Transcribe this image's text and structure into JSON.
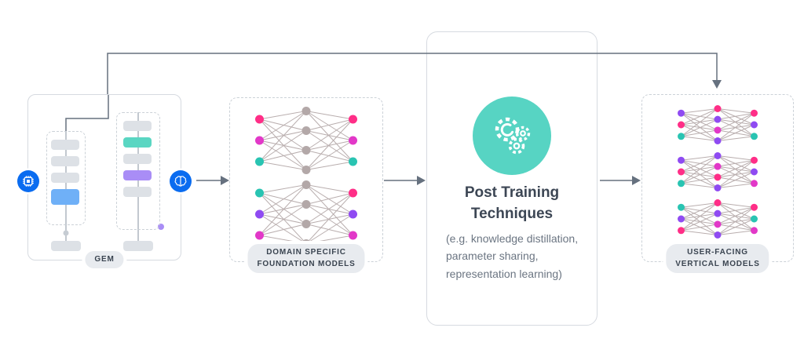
{
  "colors": {
    "line": "#66717f",
    "border-solid": "#d6dae0",
    "border-dashed": "#cbd1d7",
    "pill-bg": "#e8ebef",
    "pill-text": "#3a4450",
    "title-text": "#3c4654",
    "desc-text": "#6b7582",
    "accent-teal": "#57d4c3",
    "accent-blue": "#0a6cf0",
    "bar-gray": "#dde1e6",
    "bar-blue": "#6fb0f7",
    "bar-teal": "#5ad6c2",
    "bar-purple": "#a98df6",
    "dot-gray": "#c6ccd3",
    "dot-purple": "#a98df6"
  },
  "gem": {
    "label": "GEM"
  },
  "domain": {
    "label": [
      "DOMAIN SPECIFIC",
      "FOUNDATION MODELS"
    ]
  },
  "post": {
    "title": [
      "Post Training",
      "Techniques"
    ],
    "desc": [
      "(e.g. knowledge distillation,",
      "parameter sharing,",
      "representation learning)"
    ]
  },
  "user_facing": {
    "label": [
      "USER-FACING",
      "VERTICAL MODELS"
    ]
  },
  "networks": {
    "domain": {
      "w": 132,
      "h": 88,
      "r": 5.5,
      "edge": "#b9aeae",
      "items": [
        {
          "layers": [
            [
              "#ff2e87",
              "#e238c8",
              "#29c4b2"
            ],
            [
              "#b3a8a8",
              "#b3a8a8",
              "#b3a8a8",
              "#b3a8a8"
            ],
            [
              "#ff2e87",
              "#e238c8",
              "#29c4b2"
            ]
          ]
        },
        {
          "layers": [
            [
              "#29c4b2",
              "#8f4bf2",
              "#e238c8"
            ],
            [
              "#b3a8a8",
              "#b3a8a8",
              "#b3a8a8",
              "#b3a8a8"
            ],
            [
              "#ff2e87",
              "#8f4bf2",
              "#e238c8"
            ]
          ]
        }
      ]
    },
    "user": {
      "w": 104,
      "h": 52,
      "r": 4.5,
      "edge": "#b9aeae",
      "items": [
        {
          "layers": [
            [
              "#8f4bf2",
              "#ff2e87",
              "#29c4b2"
            ],
            [
              "#ff2e87",
              "#8f4bf2",
              "#e238c8",
              "#8f4bf2"
            ],
            [
              "#ff2e87",
              "#8f4bf2",
              "#29c4b2"
            ]
          ]
        },
        {
          "layers": [
            [
              "#8f4bf2",
              "#ff2e87",
              "#29c4b2"
            ],
            [
              "#8f4bf2",
              "#e238c8",
              "#ff2e87",
              "#8f4bf2"
            ],
            [
              "#ff2e87",
              "#8f4bf2",
              "#e238c8"
            ]
          ]
        },
        {
          "layers": [
            [
              "#29c4b2",
              "#8f4bf2",
              "#ff2e87"
            ],
            [
              "#ff2e87",
              "#8f4bf2",
              "#e238c8",
              "#8f4bf2"
            ],
            [
              "#ff2e87",
              "#29c4b2",
              "#e238c8"
            ]
          ]
        }
      ]
    }
  }
}
